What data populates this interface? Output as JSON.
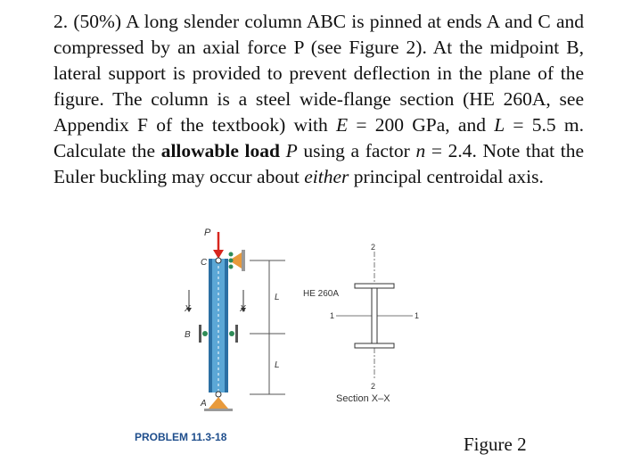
{
  "problem": {
    "number": "2. (50%)",
    "t1": " A long slender column ABC is pinned at ends A and C and compressed by an axial force P (see Figure 2). At the midpoint B, lateral support is provided to prevent deflection in the plane of the figure. The column is a steel wide-flange section (HE 260A, see Appendix F of the textbook) with ",
    "E": "E",
    "t2": " = 200 GPa, and ",
    "L": "L",
    "t3": " = 5.5 m. Calculate the ",
    "bold": "allowable load",
    "t4": " ",
    "P": "P",
    "t5": " using a factor ",
    "n": "n",
    "t6": " = 2.4. Note that the Euler buckling may occur about ",
    "either": "either",
    "t7": " principal centroidal axis."
  },
  "figure": {
    "label_P": "P",
    "label_C": "C",
    "label_B": "B",
    "label_A": "A",
    "label_X_left": "X",
    "label_X_right": "X",
    "label_L_top": "L",
    "label_L_bottom": "L",
    "section_name": "HE 260A",
    "axis_1_left": "1",
    "axis_1_right": "1",
    "axis_2_top": "2",
    "axis_2_bottom": "2",
    "section_caption": "Section  X–X",
    "problem_tag": "PROBLEM 11.3-18",
    "caption": "Figure 2"
  },
  "colors": {
    "column_blue": "#5ba7d6",
    "column_dark": "#2b6fa3",
    "support_orange": "#e89a3c",
    "roller_green": "#2e8b57",
    "arrow_red": "#d7261e",
    "tag_blue": "#1f4e8c",
    "line_gray": "#555555"
  }
}
